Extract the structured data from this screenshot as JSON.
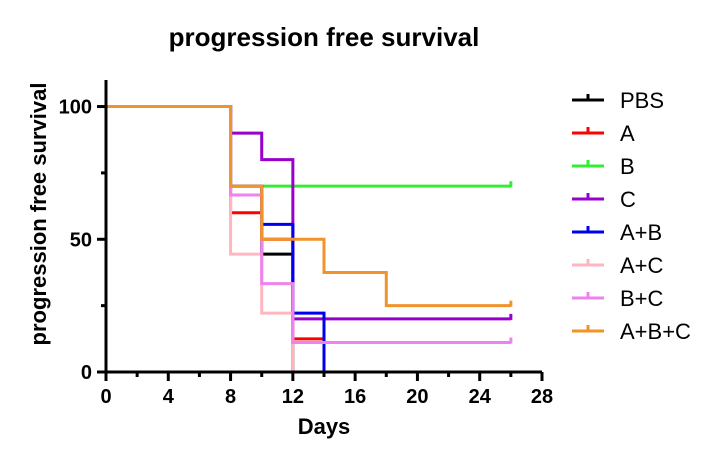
{
  "chart_data": {
    "type": "line",
    "step": true,
    "title": "progression free survival",
    "xlabel": "Days",
    "ylabel": "progression free survival",
    "xlim": [
      0,
      28
    ],
    "ylim": [
      0,
      110
    ],
    "xticks": [
      "0",
      "4",
      "8",
      "12",
      "16",
      "20",
      "24",
      "28"
    ],
    "yticks": [
      "0",
      "50",
      "100"
    ],
    "grid": false,
    "legend_position": "right",
    "series": [
      {
        "name": "PBS",
        "color": "#000000",
        "points": [
          [
            0,
            100
          ],
          [
            8,
            100
          ],
          [
            8,
            66.7
          ],
          [
            10,
            66.7
          ],
          [
            10,
            44.4
          ],
          [
            12,
            44.4
          ],
          [
            12,
            0
          ]
        ]
      },
      {
        "name": "A",
        "color": "#ff0000",
        "points": [
          [
            0,
            100
          ],
          [
            8,
            100
          ],
          [
            8,
            60
          ],
          [
            10,
            60
          ],
          [
            10,
            50
          ],
          [
            12,
            50
          ],
          [
            12,
            12.5
          ],
          [
            14,
            12.5
          ],
          [
            14,
            0
          ]
        ]
      },
      {
        "name": "B",
        "color": "#33ee33",
        "points": [
          [
            0,
            100
          ],
          [
            8,
            100
          ],
          [
            8,
            70
          ],
          [
            26,
            70
          ]
        ],
        "censor": [
          26
        ]
      },
      {
        "name": "C",
        "color": "#9900cc",
        "points": [
          [
            0,
            100
          ],
          [
            8,
            100
          ],
          [
            8,
            90
          ],
          [
            10,
            90
          ],
          [
            10,
            80
          ],
          [
            12,
            80
          ],
          [
            12,
            20
          ],
          [
            26,
            20
          ]
        ],
        "censor": [
          26
        ]
      },
      {
        "name": "A+B",
        "color": "#0000ee",
        "points": [
          [
            0,
            100
          ],
          [
            8,
            100
          ],
          [
            8,
            70
          ],
          [
            10,
            70
          ],
          [
            10,
            55.6
          ],
          [
            12,
            55.6
          ],
          [
            12,
            22.2
          ],
          [
            14,
            22.2
          ],
          [
            14,
            0
          ]
        ]
      },
      {
        "name": "A+C",
        "color": "#ffb6c1",
        "points": [
          [
            0,
            100
          ],
          [
            8,
            100
          ],
          [
            8,
            44.4
          ],
          [
            10,
            44.4
          ],
          [
            10,
            22.2
          ],
          [
            12,
            22.2
          ],
          [
            12,
            0
          ]
        ]
      },
      {
        "name": "B+C",
        "color": "#ee82ee",
        "points": [
          [
            0,
            100
          ],
          [
            8,
            100
          ],
          [
            8,
            66.7
          ],
          [
            10,
            66.7
          ],
          [
            10,
            33.3
          ],
          [
            12,
            33.3
          ],
          [
            12,
            11.1
          ],
          [
            26,
            11.1
          ]
        ],
        "censor": [
          26
        ]
      },
      {
        "name": "A+B+C",
        "color": "#f0932b",
        "points": [
          [
            0,
            100
          ],
          [
            8,
            100
          ],
          [
            8,
            70
          ],
          [
            10,
            70
          ],
          [
            10,
            50
          ],
          [
            14,
            50
          ],
          [
            14,
            37.5
          ],
          [
            18,
            37.5
          ],
          [
            18,
            25
          ],
          [
            26,
            25
          ]
        ],
        "censor": [
          26
        ]
      }
    ]
  }
}
